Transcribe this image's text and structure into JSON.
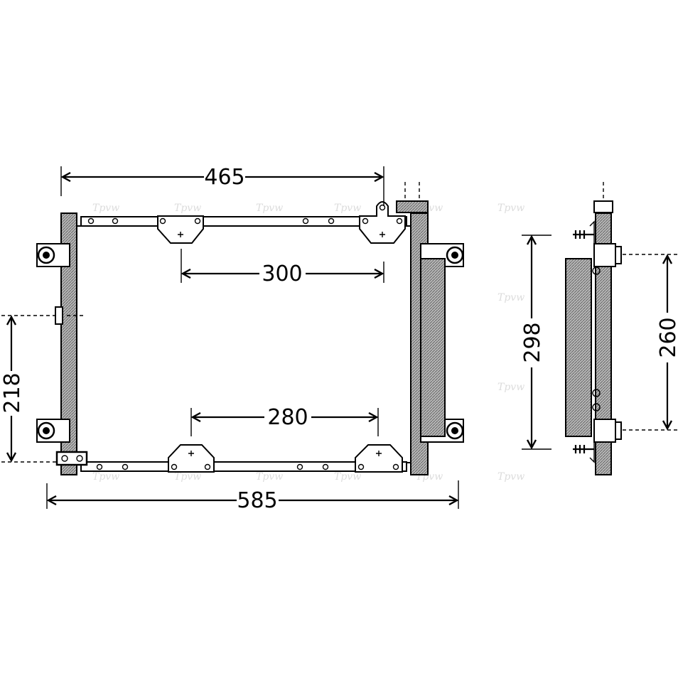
{
  "dimensions": {
    "top_width": "465",
    "upper_bracket_span": "300",
    "lower_bracket_span": "280",
    "overall_width": "585",
    "left_height": "218",
    "side_height": "298",
    "side_mount_height": "260"
  }
}
